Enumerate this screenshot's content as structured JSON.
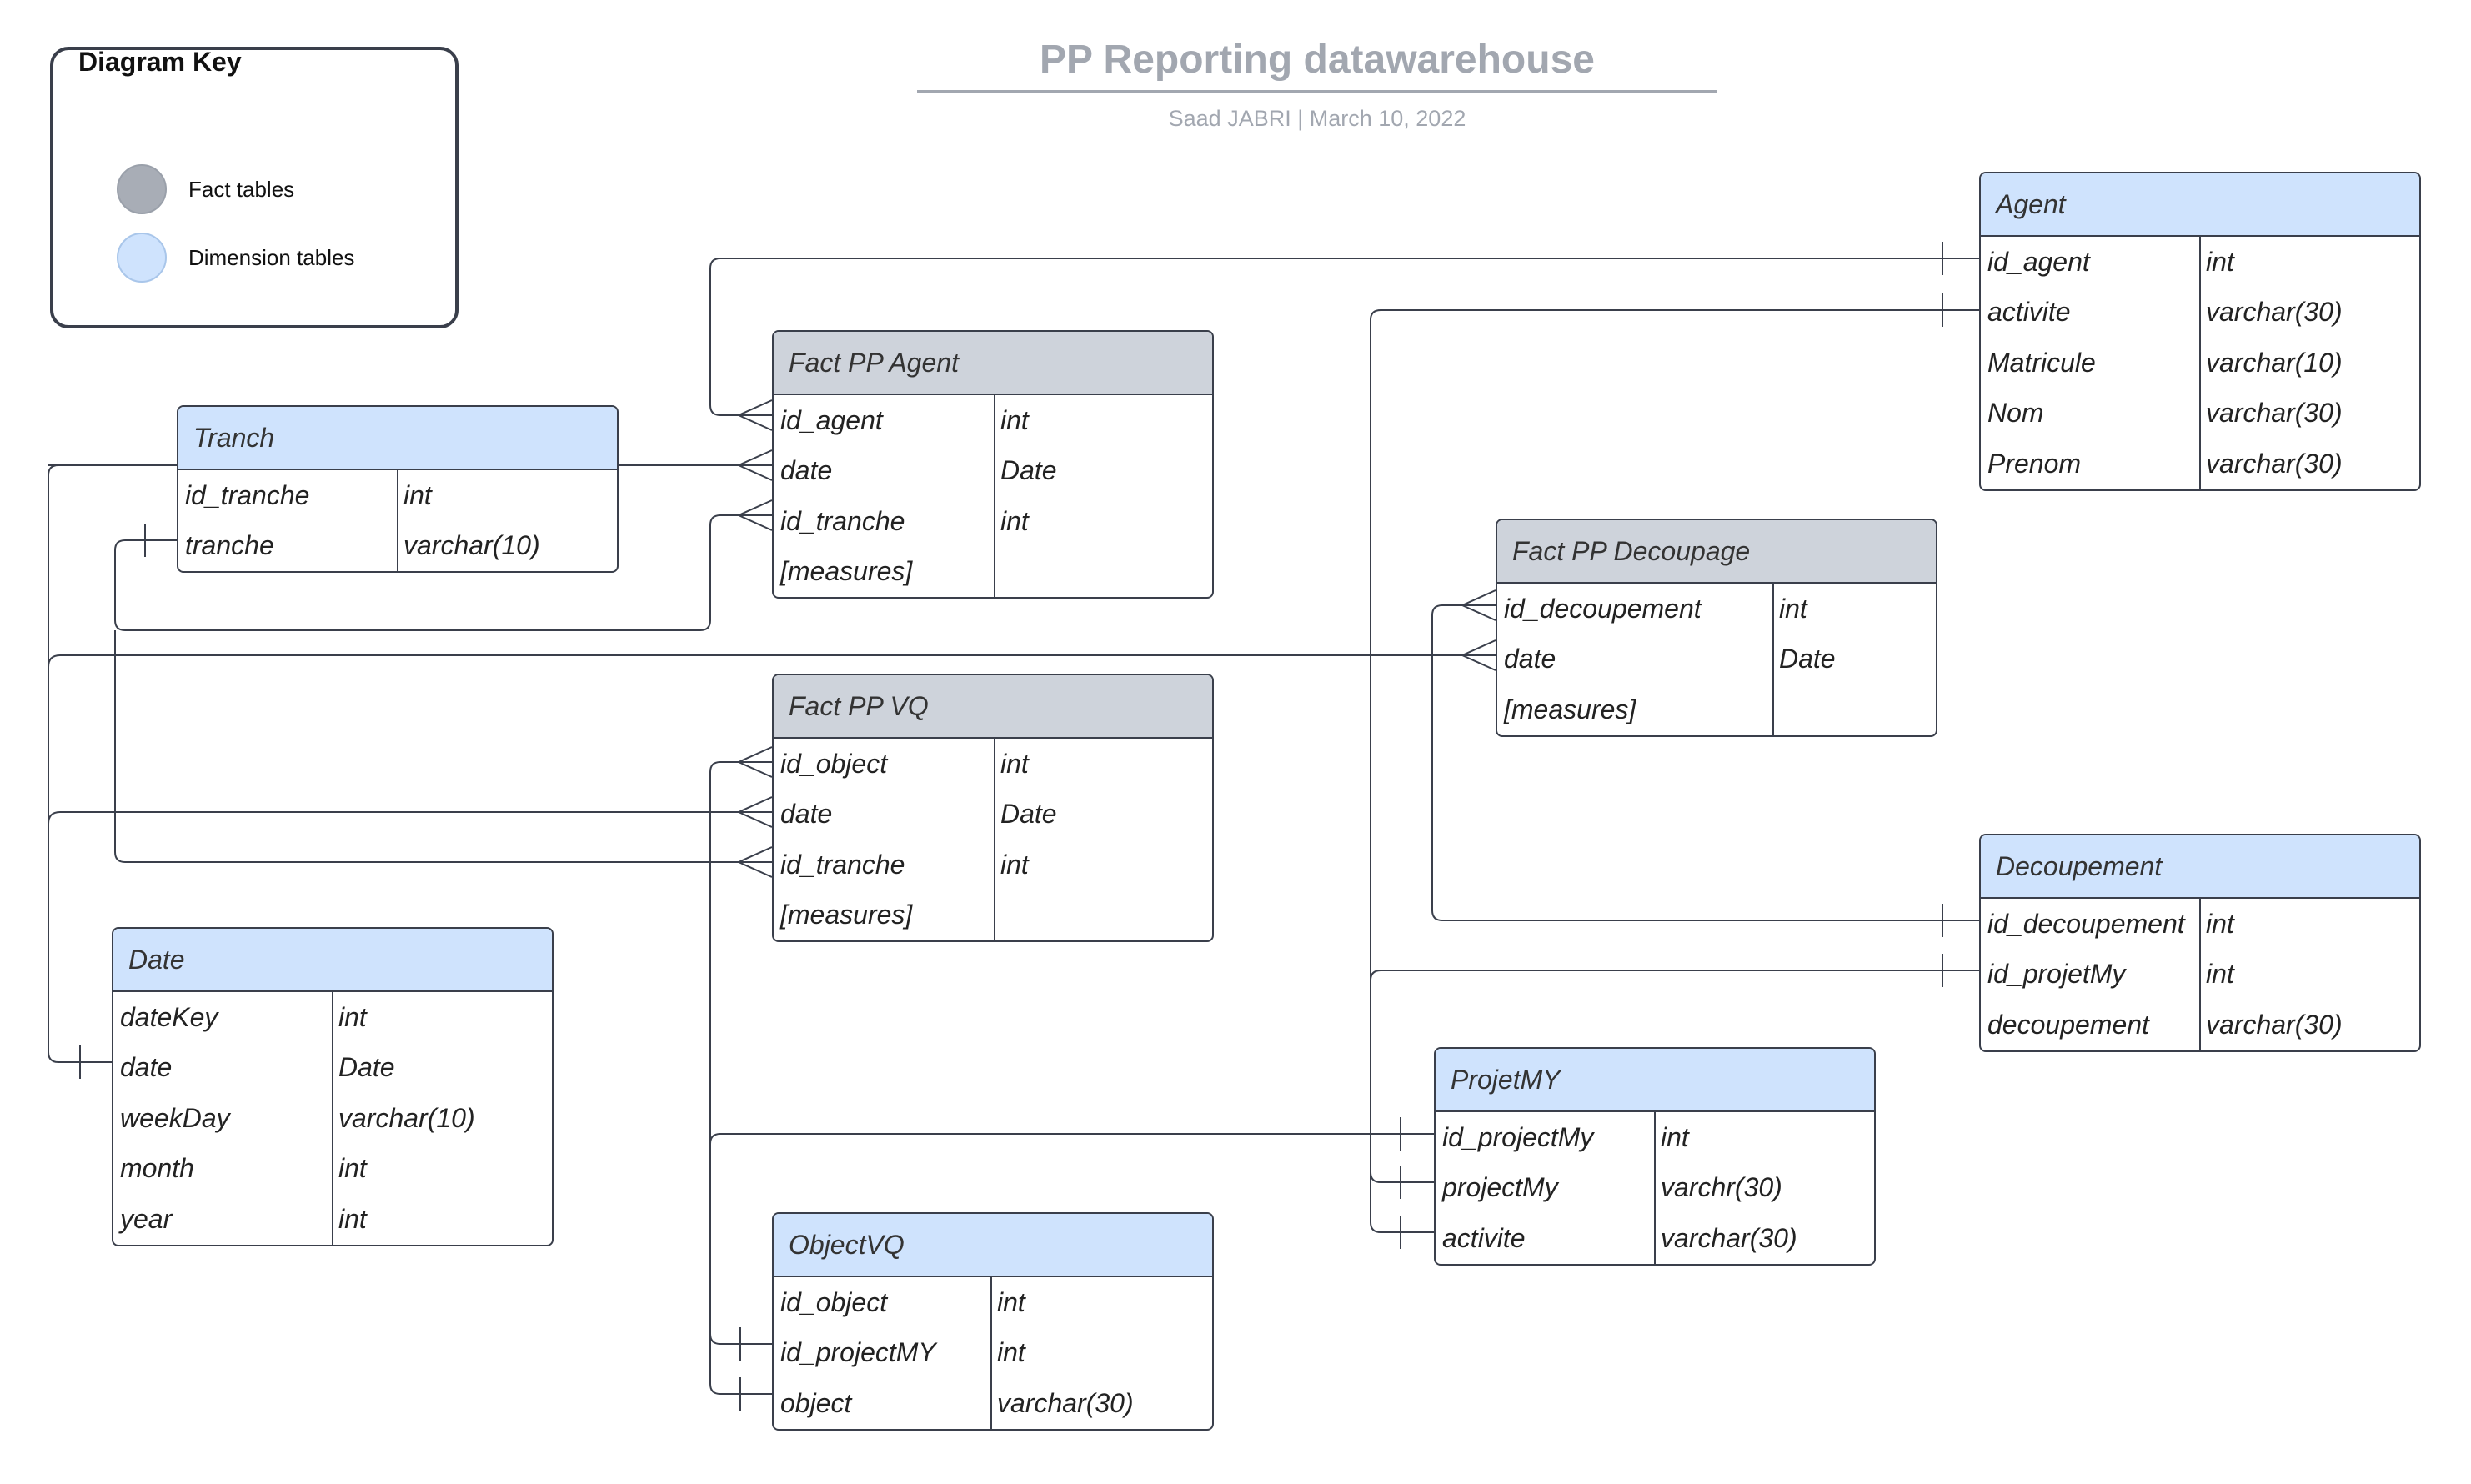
{
  "title": "PP Reporting datawarehouse",
  "subtitle": "Saad JABRI  |  March 10, 2022",
  "diagram_key": {
    "title": "Diagram Key",
    "fact_label": "Fact tables",
    "dimension_label": "Dimension tables"
  },
  "colors": {
    "fact_header": "#ced3db",
    "dimension_header": "#cfe3fd",
    "line": "#3a3f4b",
    "title_text": "#a2a7b0"
  },
  "tables": {
    "agent": {
      "name": "Agent",
      "kind": "dimension",
      "rows": [
        [
          "id_agent",
          "int"
        ],
        [
          "activite",
          "varchar(30)"
        ],
        [
          "Matricule",
          "varchar(10)"
        ],
        [
          "Nom",
          "varchar(30)"
        ],
        [
          "Prenom",
          "varchar(30)"
        ]
      ]
    },
    "fact_pp_agent": {
      "name": "Fact PP Agent",
      "kind": "fact",
      "rows": [
        [
          "id_agent",
          "int"
        ],
        [
          "date",
          "Date"
        ],
        [
          "id_tranche",
          "int"
        ],
        [
          "[measures]",
          ""
        ]
      ]
    },
    "tranch": {
      "name": "Tranch",
      "kind": "dimension",
      "rows": [
        [
          "id_tranche",
          "int"
        ],
        [
          "tranche",
          "varchar(10)"
        ]
      ]
    },
    "fact_pp_decoupage": {
      "name": "Fact PP Decoupage",
      "kind": "fact",
      "rows": [
        [
          "id_decoupement",
          "int"
        ],
        [
          "date",
          "Date"
        ],
        [
          "[measures]",
          ""
        ]
      ]
    },
    "fact_pp_vq": {
      "name": "Fact PP VQ",
      "kind": "fact",
      "rows": [
        [
          "id_object",
          "int"
        ],
        [
          "date",
          "Date"
        ],
        [
          "id_tranche",
          "int"
        ],
        [
          "[measures]",
          ""
        ]
      ]
    },
    "decoupement": {
      "name": "Decoupement",
      "kind": "dimension",
      "rows": [
        [
          "id_decoupement",
          "int"
        ],
        [
          "id_projetMy",
          "int"
        ],
        [
          "decoupement",
          "varchar(30)"
        ]
      ]
    },
    "date": {
      "name": "Date",
      "kind": "dimension",
      "rows": [
        [
          "dateKey",
          "int"
        ],
        [
          "date",
          "Date"
        ],
        [
          "weekDay",
          "varchar(10)"
        ],
        [
          "month",
          "int"
        ],
        [
          "year",
          "int"
        ]
      ]
    },
    "projetmy": {
      "name": "ProjetMY",
      "kind": "dimension",
      "rows": [
        [
          "id_projectMy",
          "int"
        ],
        [
          "projectMy",
          "varchr(30)"
        ],
        [
          "activite",
          "varchar(30)"
        ]
      ]
    },
    "objectvq": {
      "name": "ObjectVQ",
      "kind": "dimension",
      "rows": [
        [
          "id_object",
          "int"
        ],
        [
          "id_projectMY",
          "int"
        ],
        [
          "object",
          "varchar(30)"
        ]
      ]
    }
  }
}
